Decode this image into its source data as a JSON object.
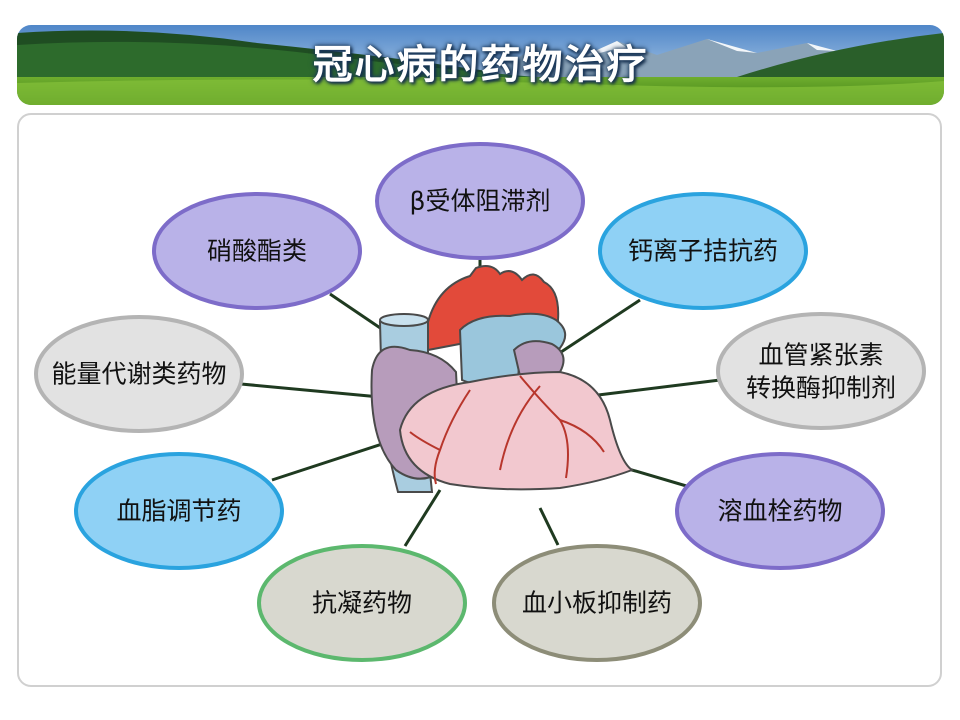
{
  "title": "冠心病的药物治疗",
  "colors": {
    "purple_fill": "#b9b2e8",
    "purple_stroke": "#7d6cc9",
    "blue_fill": "#8fd1f5",
    "blue_stroke": "#2aa3df",
    "gray_fill": "#e2e2e2",
    "gray_stroke": "#b4b4b4",
    "green_stroke": "#5cb86e",
    "olive_fill": "#d8d8cf",
    "olive_stroke": "#8d8d78",
    "connector": "#1f3a20"
  },
  "nodes": [
    {
      "id": "beta-blocker",
      "label": "β受体阻滞剂"
    },
    {
      "id": "calcium-antagonist",
      "label": "钙离子拮抗药"
    },
    {
      "id": "ace-inhibitor",
      "lines": [
        "血管紧张素",
        "转换酶抑制剂"
      ]
    },
    {
      "id": "thrombolytic",
      "label": "溶血栓药物"
    },
    {
      "id": "antiplatelet",
      "label": "血小板抑制药"
    },
    {
      "id": "anticoagulant",
      "label": "抗凝药物"
    },
    {
      "id": "lipid-regulator",
      "label": "血脂调节药"
    },
    {
      "id": "energy-metabolism",
      "label": "能量代谢类药物"
    },
    {
      "id": "nitrates",
      "label": "硝酸酯类"
    }
  ],
  "center_image": "heart-illustration"
}
